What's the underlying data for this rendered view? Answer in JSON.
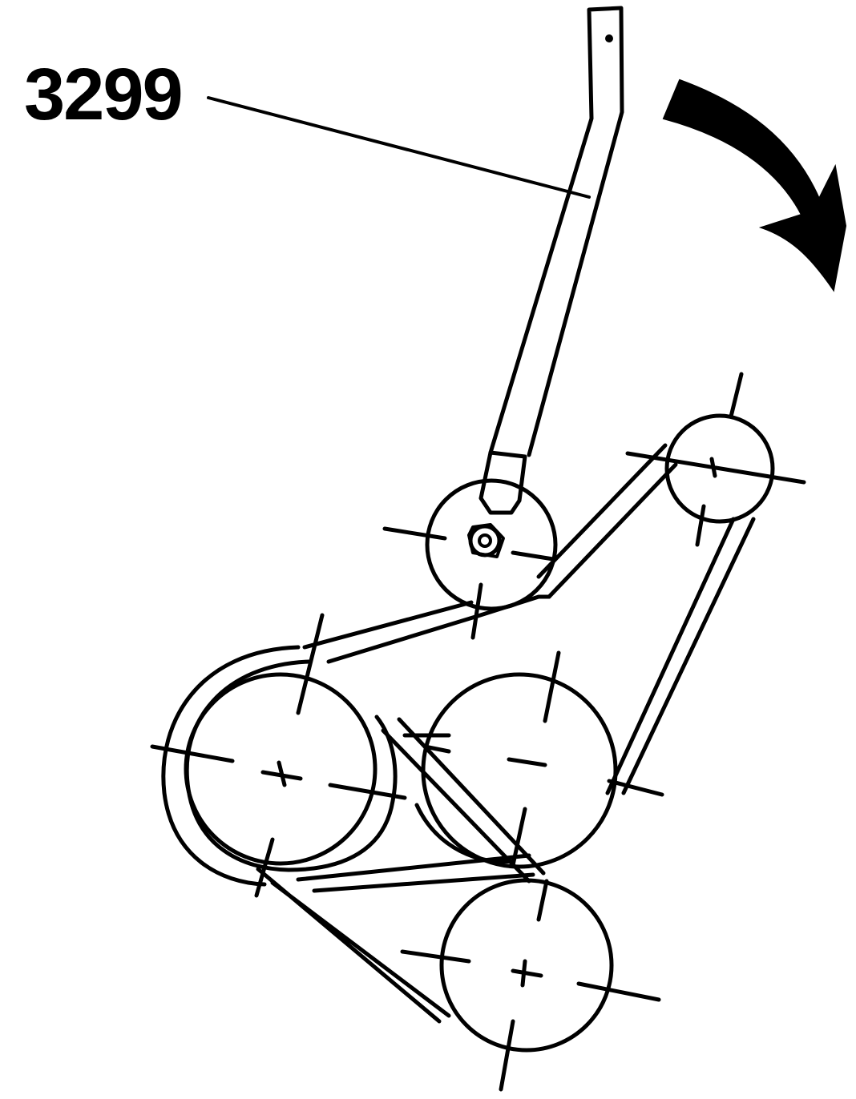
{
  "callout": {
    "label": "3299"
  },
  "arrow": {
    "direction": "clockwise",
    "color": "#000000"
  },
  "pulleys": [
    {
      "name": "tensioner-pulley"
    },
    {
      "name": "top-right-pulley"
    },
    {
      "name": "large-left-pulley"
    },
    {
      "name": "middle-pulley"
    },
    {
      "name": "bottom-pulley"
    }
  ]
}
